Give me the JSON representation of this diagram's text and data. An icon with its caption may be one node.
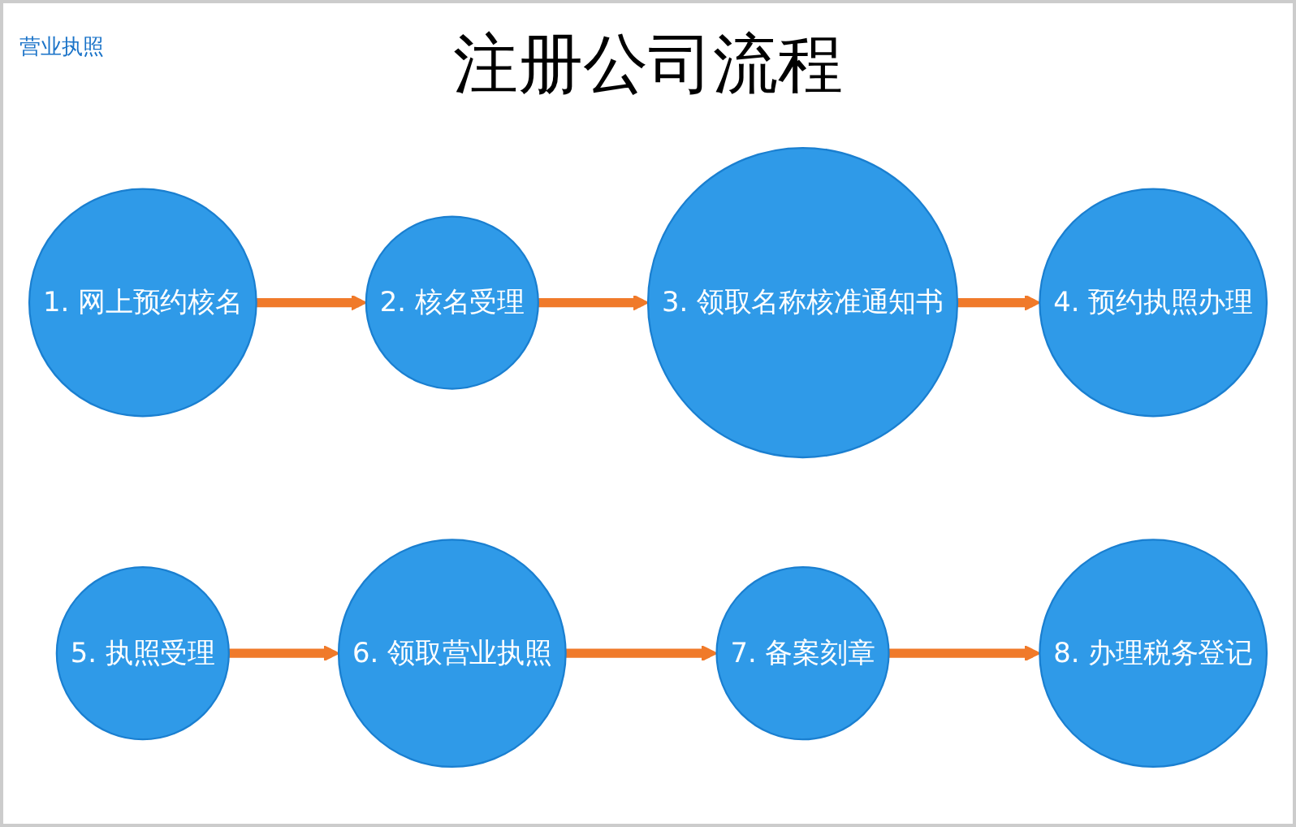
{
  "diagram": {
    "title": "注册公司流程",
    "nodes": [
      {
        "text": [
          "1. 网上预约核名"
        ]
      },
      {
        "text": [
          "2. 核名受理"
        ]
      },
      {
        "text": [
          "3. 领取名称核准通知书"
        ]
      },
      {
        "text": [
          "4. 预约执照办理"
        ]
      },
      {
        "text": [
          "5. 执照受理"
        ]
      },
      {
        "text": [
          "6. 领取营业执照"
        ]
      },
      {
        "text": [
          "7. 备案刻章"
        ]
      },
      {
        "text": [
          "8. 办理税务登记"
        ]
      }
    ],
    "edges": [
      {
        "from": 0,
        "to": 1,
        "arrow": "to"
      },
      {
        "from": 1,
        "to": 2,
        "arrow": "to"
      },
      {
        "from": 2,
        "to": 3,
        "arrow": "to"
      },
      {
        "from": 4,
        "to": 5,
        "arrow": "to"
      },
      {
        "from": 5,
        "to": 6,
        "arrow": "to"
      },
      {
        "from": 6,
        "to": 7,
        "arrow": "to"
      }
    ],
    "labels": [
      "营业执照"
    ]
  }
}
